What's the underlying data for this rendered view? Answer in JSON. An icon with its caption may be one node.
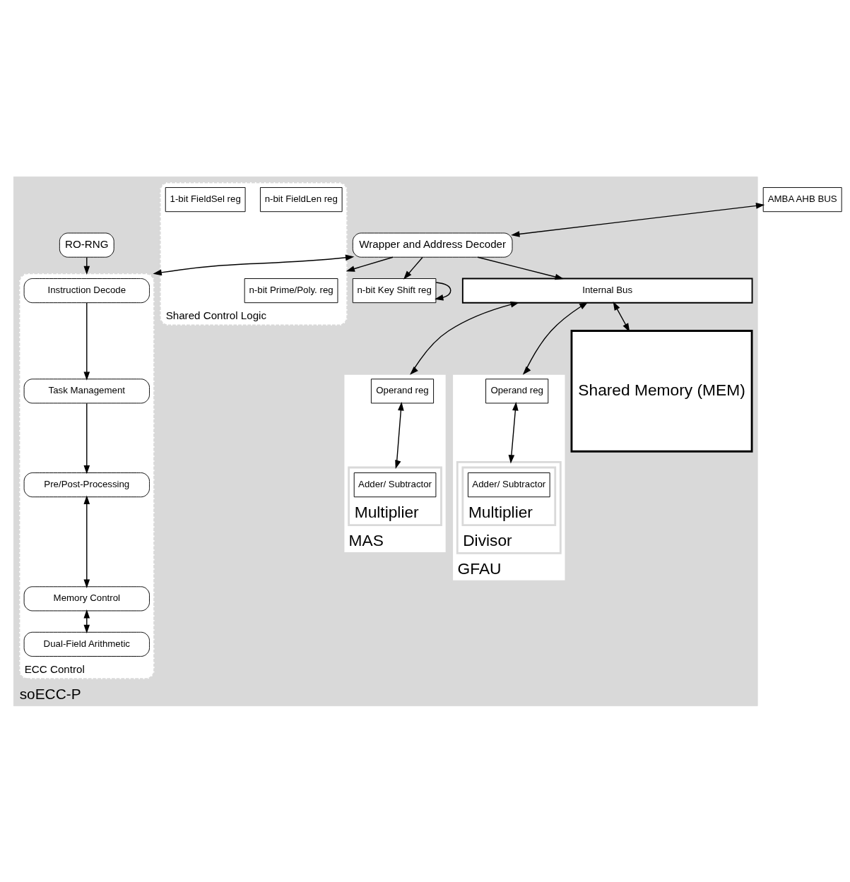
{
  "diagram": {
    "nodes": [
      {
        "text": [
          "soECC-P"
        ]
      },
      {
        "text": [
          "AMBA AHB BUS"
        ]
      },
      {
        "text": [
          "Wrapper and Address Decoder"
        ],
        "in": 0
      },
      {
        "text": [
          "n-bit Key Shift reg"
        ],
        "in": 0
      },
      {
        "text": [
          "Shared Control Logic"
        ],
        "in": 0
      },
      {
        "text": [
          "n-bit Prime/Poly. reg"
        ],
        "in": 4
      },
      {
        "text": [
          "n-bit FieldLen reg"
        ],
        "in": 4
      },
      {
        "text": [
          "1-bit FieldSel reg"
        ],
        "in": 4
      },
      {
        "text": [
          "ECC Control"
        ],
        "in": 0
      },
      {
        "text": [
          "Instruction Decode"
        ],
        "in": 8
      },
      {
        "text": [
          "Task Management"
        ],
        "in": 8
      },
      {
        "text": [
          "Pre/Post-Processing"
        ],
        "in": 8
      },
      {
        "text": [
          "Memory Control"
        ],
        "in": 8
      },
      {
        "text": [
          "Dual-Field Arithmetic"
        ],
        "in": 8
      },
      {
        "text": [
          "RO-RNG"
        ],
        "in": 0
      },
      {
        "text": [
          "Internal Bus"
        ],
        "in": 0
      },
      {
        "text": [
          "MAS"
        ],
        "in": 0
      },
      {
        "text": [
          "Operand reg"
        ],
        "in": 16
      },
      {
        "text": [
          "Multiplier"
        ],
        "in": 16
      },
      {
        "text": [
          "Adder/ Subtractor"
        ],
        "in": 18
      },
      {
        "text": [
          "GFAU"
        ],
        "in": 0
      },
      {
        "text": [
          "Operand reg"
        ],
        "in": 20
      },
      {
        "text": [
          "Divisor"
        ],
        "in": 20
      },
      {
        "text": [
          "Multiplier"
        ],
        "in": 22
      },
      {
        "text": [
          "Adder/ Subtractor"
        ],
        "in": 23
      },
      {
        "text": [
          "Shared Memory (MEM)"
        ],
        "in": 0
      }
    ],
    "edges": [
      {
        "from": 1,
        "to": 2,
        "arrow": "both"
      },
      {
        "from": 2,
        "to": 8,
        "arrow": "both"
      },
      {
        "from": 2,
        "to": 3,
        "arrow": "to"
      },
      {
        "from": 2,
        "to": 4,
        "arrow": "to"
      },
      {
        "from": 2,
        "to": 15,
        "arrow": "to"
      },
      {
        "from": 3,
        "to": 3,
        "arrow": "to"
      },
      {
        "from": 9,
        "to": 10,
        "arrow": "to"
      },
      {
        "from": 10,
        "to": 11,
        "arrow": "to"
      },
      {
        "from": 11,
        "to": 12,
        "arrow": "both"
      },
      {
        "from": 12,
        "to": 13,
        "arrow": "both"
      },
      {
        "from": 14,
        "to": 8,
        "arrow": "to"
      },
      {
        "from": 15,
        "to": 16,
        "arrow": "both"
      },
      {
        "from": 15,
        "to": 20,
        "arrow": "both"
      },
      {
        "from": 15,
        "to": 25,
        "arrow": "both"
      },
      {
        "from": 17,
        "to": 18,
        "arrow": "both"
      },
      {
        "from": 21,
        "to": 22,
        "arrow": "both"
      }
    ]
  }
}
